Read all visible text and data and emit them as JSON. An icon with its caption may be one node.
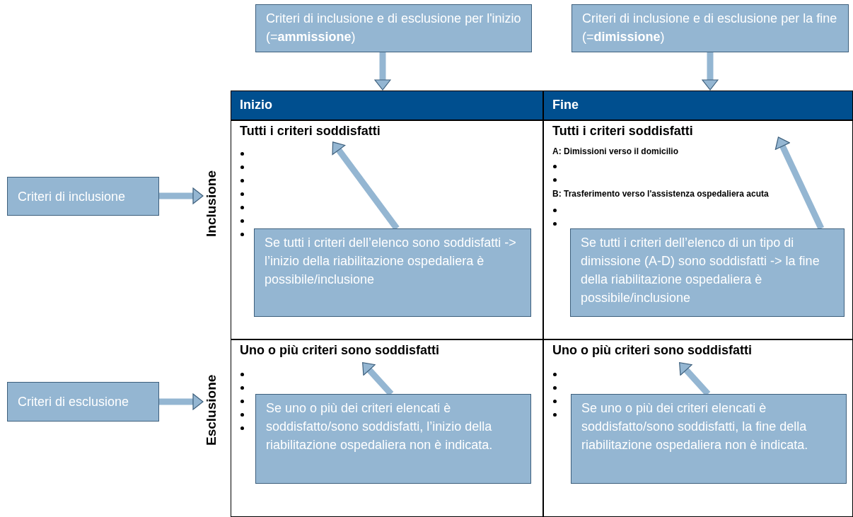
{
  "diagram": {
    "nodes": [
      {
        "text": [
          "Criteri di inclusione e di esclusione per l'inizio (=**ammissione**)"
        ]
      },
      {
        "text": [
          "Criteri di inclusione e di esclusione per la fine (=**dimissione**)"
        ]
      },
      {
        "text": [
          "Inizio"
        ]
      },
      {
        "text": [
          "Fine"
        ]
      },
      {
        "text": [
          "Criteri di inclusione"
        ]
      },
      {
        "text": [
          "Inclusione"
        ]
      },
      {
        "text": [
          "Tutti i criteri soddisfatti"
        ]
      },
      {
        "text": [
          "Se tutti i criteri dell’elenco sono soddisfatti -> l’inizio della riabilitazione ospedaliera è possibile/inclusione"
        ],
        "in": 6
      },
      {
        "text": [
          "Tutti i criteri soddisfatti",
          "A: Dimissioni verso il domicilio",
          "B: Trasferimento verso l'assistenza ospedaliera acuta"
        ]
      },
      {
        "text": [
          "Se tutti i criteri dell’elenco di un tipo di dimissione (A-D) sono soddisfatti -> la fine della riabilitazione ospedaliera è possibile/inclusione"
        ],
        "in": 8
      },
      {
        "text": [
          "Criteri di esclusione"
        ]
      },
      {
        "text": [
          "Esclusione"
        ]
      },
      {
        "text": [
          "Uno o più criteri sono soddisfatti"
        ]
      },
      {
        "text": [
          "Se uno o più dei criteri elencati è soddisfatto/sono soddisfatti, l’inizio della riabilitazione ospedaliera non è indicata."
        ],
        "in": 12
      },
      {
        "text": [
          "Uno o più criteri sono soddisfatti"
        ]
      },
      {
        "text": [
          "Se uno o più dei criteri elencati è soddisfatto/sono soddisfatti, la fine della riabilitazione ospedaliera non è indicata."
        ],
        "in": 14
      }
    ],
    "edges": [
      {
        "from": 0,
        "to": 2,
        "arrow": "to"
      },
      {
        "from": 1,
        "to": 3,
        "arrow": "to"
      },
      {
        "from": 4,
        "to": 5,
        "arrow": "to"
      },
      {
        "from": 7,
        "to": 6,
        "arrow": "to"
      },
      {
        "from": 9,
        "to": 8,
        "arrow": "to"
      },
      {
        "from": 10,
        "to": 11,
        "arrow": "to"
      },
      {
        "from": 13,
        "to": 12,
        "arrow": "to"
      },
      {
        "from": 15,
        "to": 14,
        "arrow": "to"
      }
    ]
  }
}
